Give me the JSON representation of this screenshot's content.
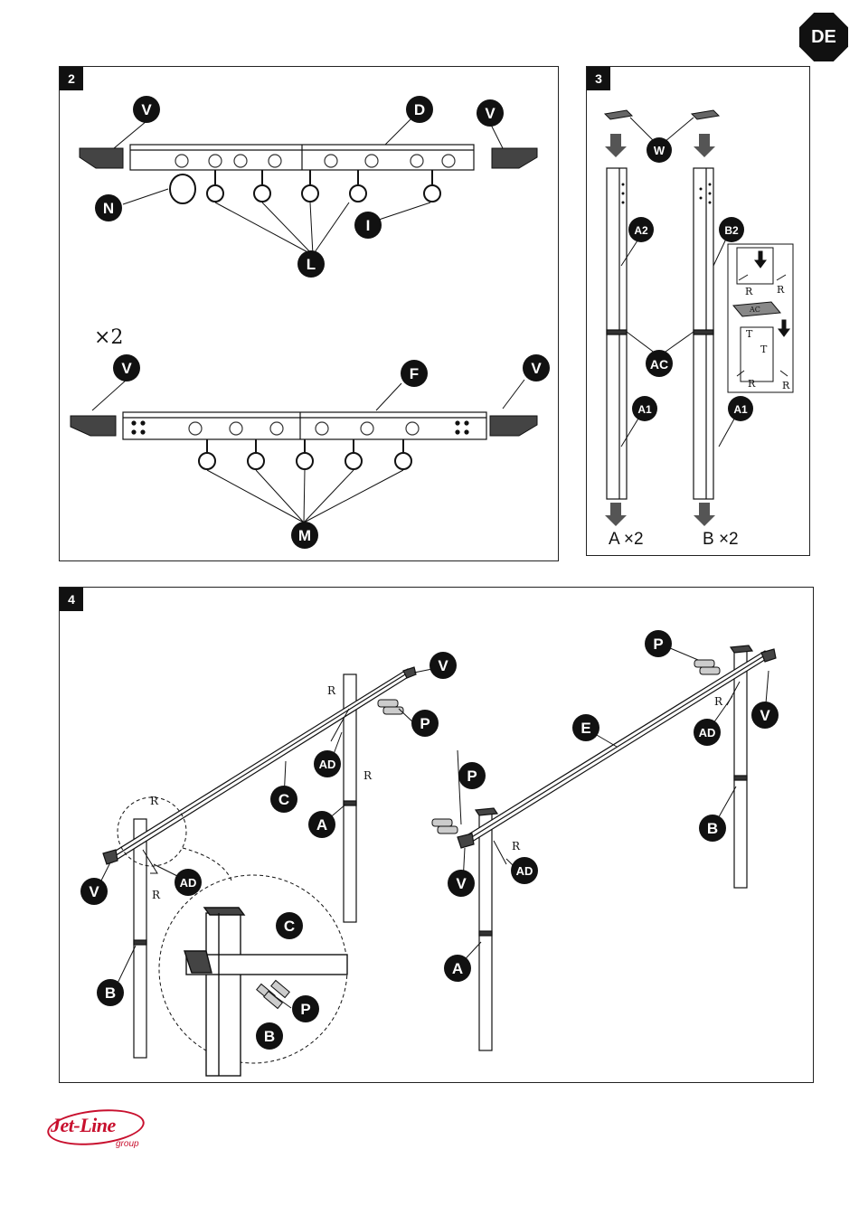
{
  "language_badge": "DE",
  "panels": {
    "step2": {
      "number": "2",
      "multiplier": "×2",
      "labels": {
        "V": "V",
        "D": "D",
        "N": "N",
        "L": "L",
        "I": "I",
        "F": "F",
        "M": "M"
      }
    },
    "step3": {
      "number": "3",
      "labels": {
        "W": "W",
        "A2": "A2",
        "B2": "B2",
        "AC": "AC",
        "A1": "A1",
        "R": "R",
        "T": "T",
        "AC_small": "AC"
      },
      "captions": {
        "left": "A ×2",
        "right": "B ×2"
      }
    },
    "step4": {
      "number": "4",
      "labels": {
        "V": "V",
        "P": "P",
        "AD": "AD",
        "C": "C",
        "A": "A",
        "B": "B",
        "E": "E",
        "R": "R"
      }
    }
  },
  "logo": {
    "name": "Jet-Line",
    "subtitle": "group"
  }
}
